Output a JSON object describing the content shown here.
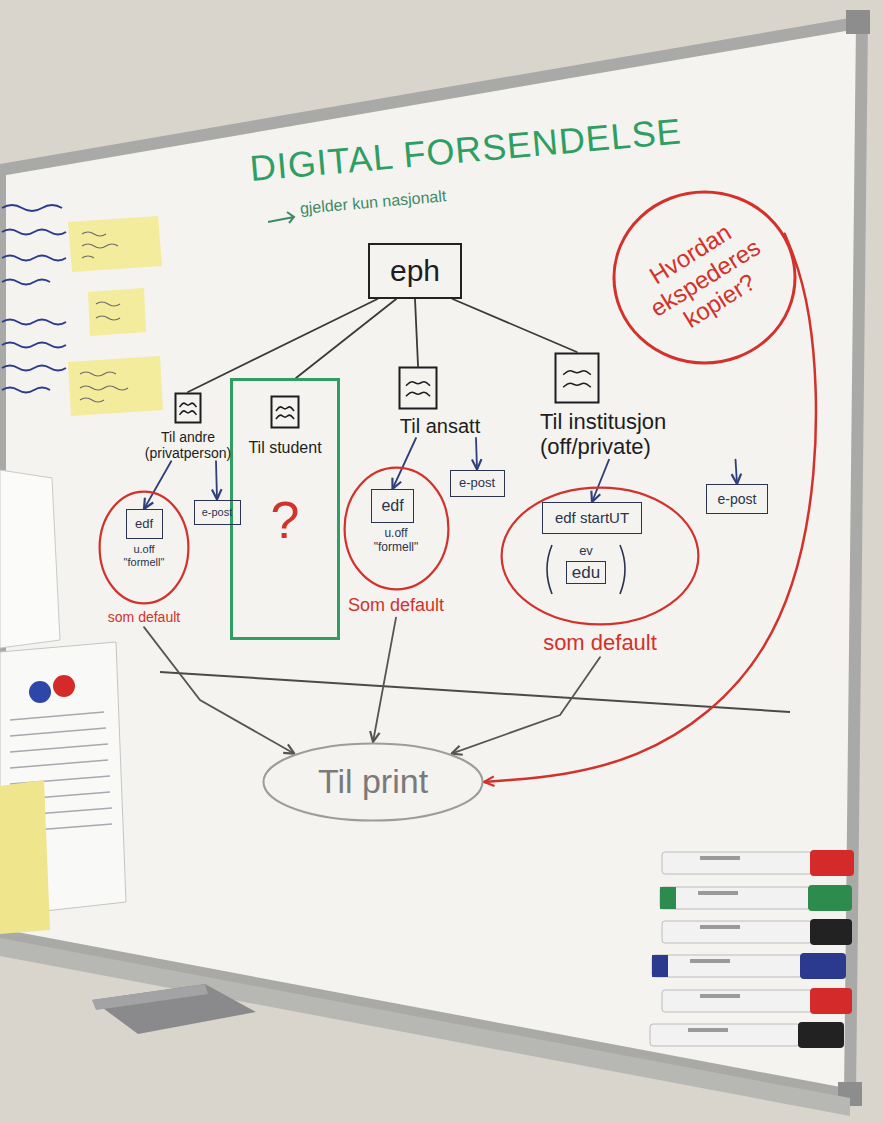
{
  "diagram": {
    "title": "DIGITAL FORSENDELSE",
    "nodes": [
      {
        "text": [
          "eph"
        ]
      },
      {
        "text": [
          "Til andre (privatperson)"
        ]
      },
      {
        "text": [
          "Til student",
          "?"
        ]
      },
      {
        "text": [
          "Til ansatt"
        ]
      },
      {
        "text": [
          "Til institusjon (off/private)"
        ]
      },
      {
        "text": [
          "u.off \"formell\"",
          "som default"
        ]
      },
      {
        "text": [
          "edf"
        ],
        "in": 5
      },
      {
        "text": [
          "e-post"
        ]
      },
      {
        "text": [
          "u.off \"formell\"",
          "Som default"
        ]
      },
      {
        "text": [
          "edf"
        ],
        "in": 8
      },
      {
        "text": [
          "e-post"
        ]
      },
      {
        "text": [
          "som default"
        ]
      },
      {
        "text": [
          "edf startUT"
        ],
        "in": 11
      },
      {
        "text": [
          "ev",
          "edu"
        ],
        "in": 11
      },
      {
        "text": [
          "e-post"
        ]
      },
      {
        "text": [
          "Til print"
        ]
      },
      {
        "text": [
          "Hvordan ekspederes kopier?"
        ]
      }
    ],
    "edges": [
      {
        "from": 0,
        "to": 1,
        "arrow": "none"
      },
      {
        "from": 0,
        "to": 2,
        "arrow": "none"
      },
      {
        "from": 0,
        "to": 3,
        "arrow": "none"
      },
      {
        "from": 0,
        "to": 4,
        "arrow": "none"
      },
      {
        "from": 1,
        "to": 6,
        "arrow": "to"
      },
      {
        "from": 1,
        "to": 7,
        "arrow": "to"
      },
      {
        "from": 3,
        "to": 9,
        "arrow": "to"
      },
      {
        "from": 3,
        "to": 10,
        "arrow": "to"
      },
      {
        "from": 4,
        "to": 12,
        "arrow": "to"
      },
      {
        "from": 4,
        "to": 14,
        "arrow": "to"
      },
      {
        "from": 5,
        "to": 15,
        "arrow": "to"
      },
      {
        "from": 8,
        "to": 15,
        "arrow": "to"
      },
      {
        "from": 11,
        "to": 15,
        "arrow": "to"
      },
      {
        "from": 16,
        "to": 15,
        "arrow": "to"
      }
    ],
    "labels": [
      "gjelder kun nasjonalt"
    ]
  }
}
